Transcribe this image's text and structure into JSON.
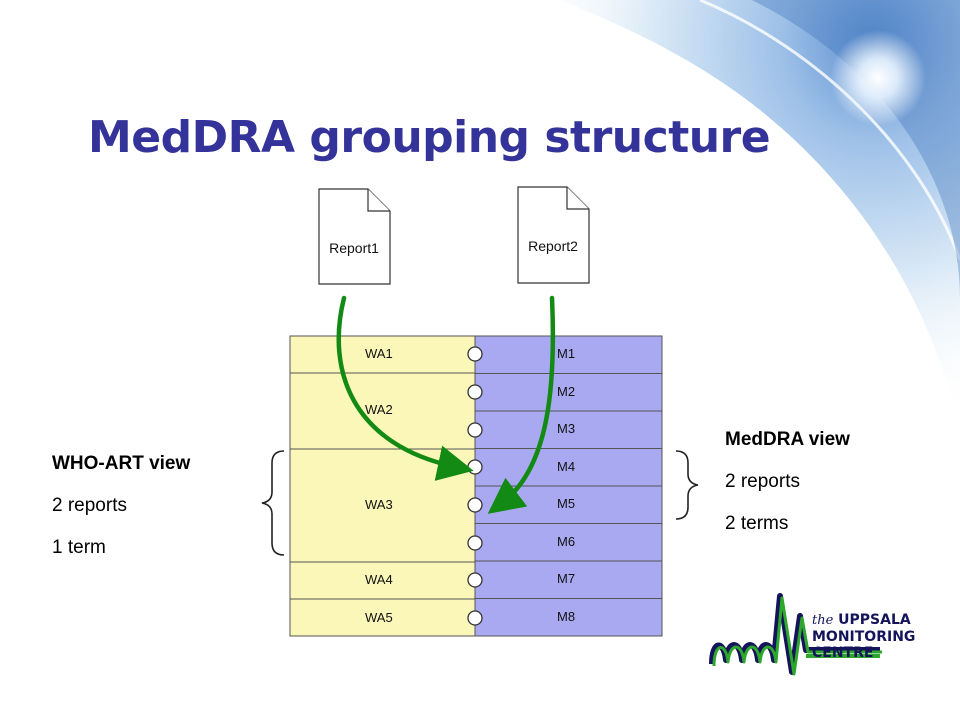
{
  "title": "MedDRA grouping structure",
  "reports": [
    {
      "label": "Report1"
    },
    {
      "label": "Report2"
    }
  ],
  "wa_terms": [
    "WA1",
    "WA2",
    "WA3",
    "WA4",
    "WA5"
  ],
  "m_terms": [
    "M1",
    "M2",
    "M3",
    "M4",
    "M5",
    "M6",
    "M7",
    "M8"
  ],
  "who_art_view": {
    "heading": "WHO-ART view",
    "line1": "2 reports",
    "line2": "1 term"
  },
  "meddra_view": {
    "heading": "MedDRA view",
    "line1": "2 reports",
    "line2": "2 terms"
  },
  "logo": {
    "the": "the",
    "line1": "UPPSALA",
    "line2": "MONITORING",
    "line3": "CENTRE"
  },
  "colors": {
    "title": "#33339a",
    "wa_fill": "#fbf7b8",
    "m_fill": "#a9a9f2",
    "arrow": "#138a13"
  }
}
